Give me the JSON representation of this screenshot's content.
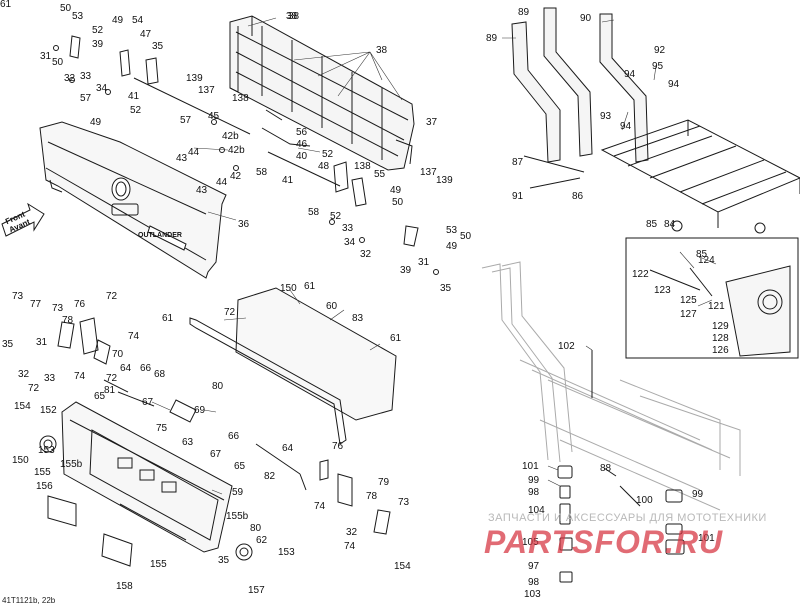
{
  "figure_id": "41T1121b, 22b",
  "orientation_arrow": {
    "line1": "Front",
    "line2": "Avant"
  },
  "watermark": {
    "line1": "ЗАПЧАСТИ И АКСЕССУАРЫ ДЛЯ МОТОТЕХНИКИ",
    "line2": "PARTSFOR.RU"
  },
  "emblem_text": "OUTLANDER",
  "callouts": [
    "50",
    "53",
    "49",
    "54",
    "52",
    "47",
    "35",
    "31",
    "50",
    "39",
    "32",
    "33",
    "34",
    "57",
    "52",
    "41",
    "49",
    "139",
    "137",
    "138",
    "38",
    "38",
    "37",
    "57",
    "45",
    "56",
    "42b",
    "46",
    "43",
    "44",
    "40",
    "42b",
    "52",
    "43",
    "44",
    "42",
    "58",
    "41",
    "48",
    "138",
    "55",
    "137",
    "139",
    "49",
    "50",
    "58",
    "52",
    "33",
    "34",
    "32",
    "53",
    "50",
    "49",
    "39",
    "31",
    "35",
    "38",
    "36",
    "89",
    "89",
    "90",
    "92",
    "95",
    "94",
    "94",
    "93",
    "94",
    "87",
    "91",
    "86",
    "85",
    "84",
    "85",
    "122",
    "124",
    "123",
    "125",
    "127",
    "121",
    "129",
    "128",
    "126",
    "102",
    "101",
    "99",
    "98",
    "88",
    "104",
    "100",
    "99",
    "101",
    "105",
    "97",
    "98",
    "103",
    "73",
    "77",
    "73",
    "76",
    "72",
    "35",
    "78",
    "31",
    "74",
    "32",
    "70",
    "72",
    "33",
    "74",
    "64",
    "72",
    "81",
    "66",
    "68",
    "65",
    "67",
    "80",
    "69",
    "154",
    "152",
    "75",
    "63",
    "66",
    "153",
    "155b",
    "64",
    "67",
    "76",
    "150",
    "155",
    "65",
    "82",
    "74",
    "78",
    "59",
    "79",
    "156",
    "73",
    "155b",
    "32",
    "80",
    "74",
    "62",
    "153",
    "154",
    "35",
    "155",
    "158",
    "157",
    "150",
    "61",
    "72",
    "60",
    "61",
    "83",
    "61",
    "61"
  ]
}
